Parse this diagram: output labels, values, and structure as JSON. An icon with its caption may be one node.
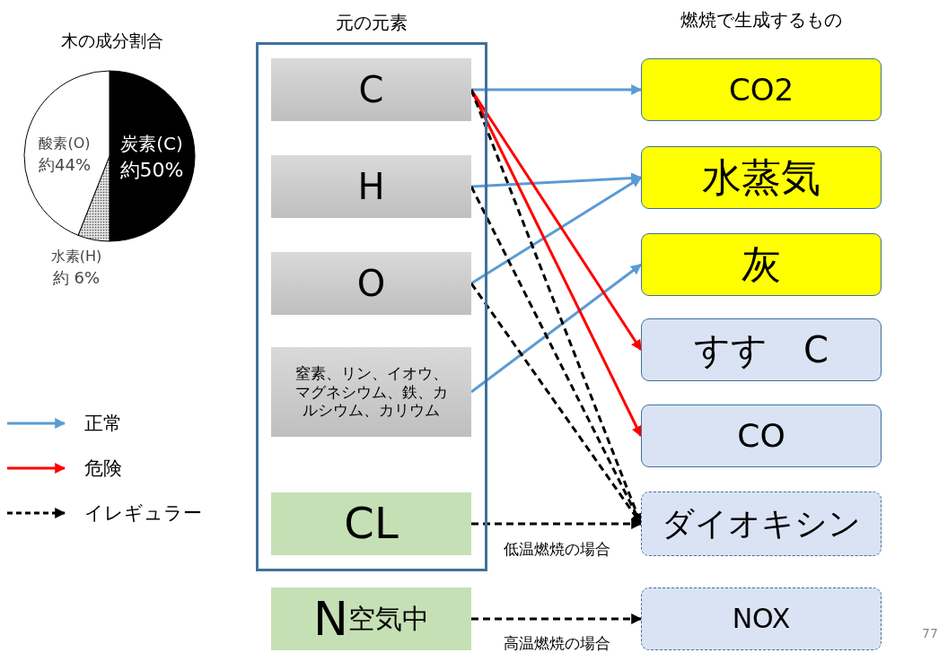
{
  "diagram": {
    "nodes": [
      {
        "text": [
          "元の元素"
        ]
      },
      {
        "text": [
          "C"
        ],
        "in": 0
      },
      {
        "text": [
          "H"
        ],
        "in": 0
      },
      {
        "text": [
          "O"
        ],
        "in": 0
      },
      {
        "text": [
          "窒素、リン、イオウ、マグネシウム、鉄、カルシウム、カリウム"
        ],
        "in": 0
      },
      {
        "text": [
          "CL"
        ],
        "in": 0
      },
      {
        "text": [
          "N",
          "空気中"
        ]
      },
      {
        "text": [
          "CO2"
        ]
      },
      {
        "text": [
          "水蒸気"
        ]
      },
      {
        "text": [
          "灰"
        ]
      },
      {
        "text": [
          "すす　C"
        ]
      },
      {
        "text": [
          "CO"
        ]
      },
      {
        "text": [
          "ダイオキシン"
        ]
      },
      {
        "text": [
          "NOX"
        ]
      }
    ],
    "edges": [
      {
        "from": 1,
        "to": 7,
        "arrow": "to",
        "color": "#5b9bd5"
      },
      {
        "from": 2,
        "to": 8,
        "arrow": "to",
        "color": "#5b9bd5"
      },
      {
        "from": 3,
        "to": 8,
        "arrow": "to",
        "color": "#5b9bd5"
      },
      {
        "from": 4,
        "to": 9,
        "arrow": "to",
        "color": "#5b9bd5"
      },
      {
        "from": 1,
        "to": 10,
        "arrow": "to",
        "color": "#ff0000"
      },
      {
        "from": 1,
        "to": 11,
        "arrow": "to",
        "color": "#ff0000"
      },
      {
        "from": 1,
        "to": 12,
        "arrow": "to",
        "style": "dashed"
      },
      {
        "from": 2,
        "to": 12,
        "arrow": "to",
        "style": "dashed"
      },
      {
        "from": 3,
        "to": 12,
        "arrow": "to",
        "style": "dashed"
      },
      {
        "from": 5,
        "to": 12,
        "arrow": "to",
        "style": "dashed",
        "label": "低温燃焼の場合"
      },
      {
        "from": 6,
        "to": 13,
        "arrow": "to",
        "style": "dashed",
        "label": "高温燃焼の場合"
      }
    ],
    "labels": [
      "燃焼で生成するもの",
      "77"
    ],
    "legend": [
      {
        "text": "正常"
      },
      {
        "text": "危険"
      },
      {
        "text": "イレギュラー"
      }
    ],
    "chart_data": {
      "type": "pie",
      "title": "木の成分割合",
      "categories": [
        "炭素(C)",
        "酸素(O)",
        "水素(H)"
      ],
      "values": [
        50,
        44,
        6
      ],
      "value_labels": [
        "約50%",
        "約44%",
        "約 6%"
      ]
    }
  }
}
